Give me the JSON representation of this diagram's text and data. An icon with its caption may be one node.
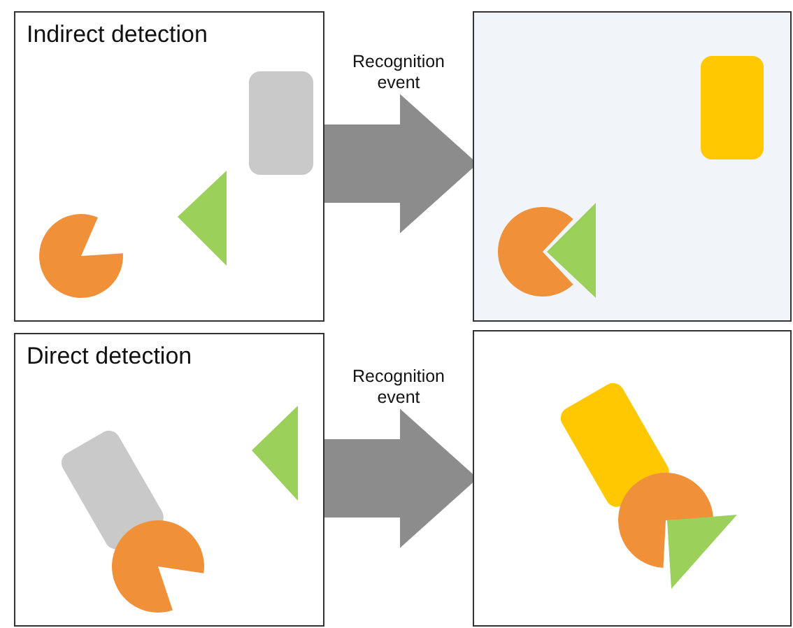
{
  "diagram": {
    "nodes": [
      {
        "text": [
          "Indirect detection"
        ]
      },
      {
        "text": [],
        "shape": "box",
        "in": 0
      },
      {
        "text": [],
        "shape": "circle",
        "in": 0
      },
      {
        "text": [],
        "shape": "triangle",
        "in": 0
      },
      {
        "text": [],
        "shape": "box"
      },
      {
        "text": [],
        "shape": "box",
        "in": 4
      },
      {
        "text": [],
        "shape": "circle",
        "in": 4
      },
      {
        "text": [],
        "shape": "triangle",
        "in": 4
      },
      {
        "text": [
          "Direct detection"
        ]
      },
      {
        "text": [],
        "shape": "box",
        "in": 8
      },
      {
        "text": [],
        "shape": "circle",
        "in": 8
      },
      {
        "text": [],
        "shape": "triangle",
        "in": 8
      },
      {
        "text": [],
        "shape": "box"
      },
      {
        "text": [],
        "shape": "box",
        "in": 12
      },
      {
        "text": [],
        "shape": "circle",
        "in": 12
      },
      {
        "text": [],
        "shape": "triangle",
        "in": 12
      }
    ],
    "edges": [
      {
        "from": 0,
        "to": 4,
        "arrow": "to",
        "label": "Recognition event",
        "style": "thick"
      },
      {
        "from": 8,
        "to": 12,
        "arrow": "to",
        "label": "Recognition event",
        "style": "thick"
      }
    ]
  }
}
